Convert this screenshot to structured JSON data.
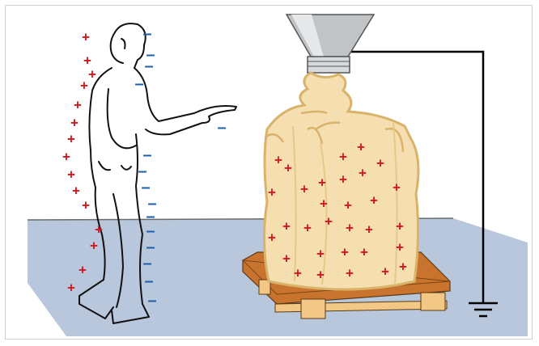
{
  "scene": {
    "colors": {
      "floor": "#b8c7dc",
      "bag_fill": "#f5deb0",
      "bag_outline": "#d9b36a",
      "pallet": "#c9742e",
      "pallet_feet": "#f3c886",
      "hopper": "#c0c4c7",
      "ground_wire": "#000000",
      "positive_charge": "#d8141e",
      "negative_charge": "#1f5fa8"
    },
    "icons": [
      "person-outline",
      "bulk-bag",
      "hopper-funnel",
      "wooden-pallet",
      "ground-symbol"
    ],
    "charge_symbols": {
      "positive": "+",
      "negative": "–"
    }
  }
}
